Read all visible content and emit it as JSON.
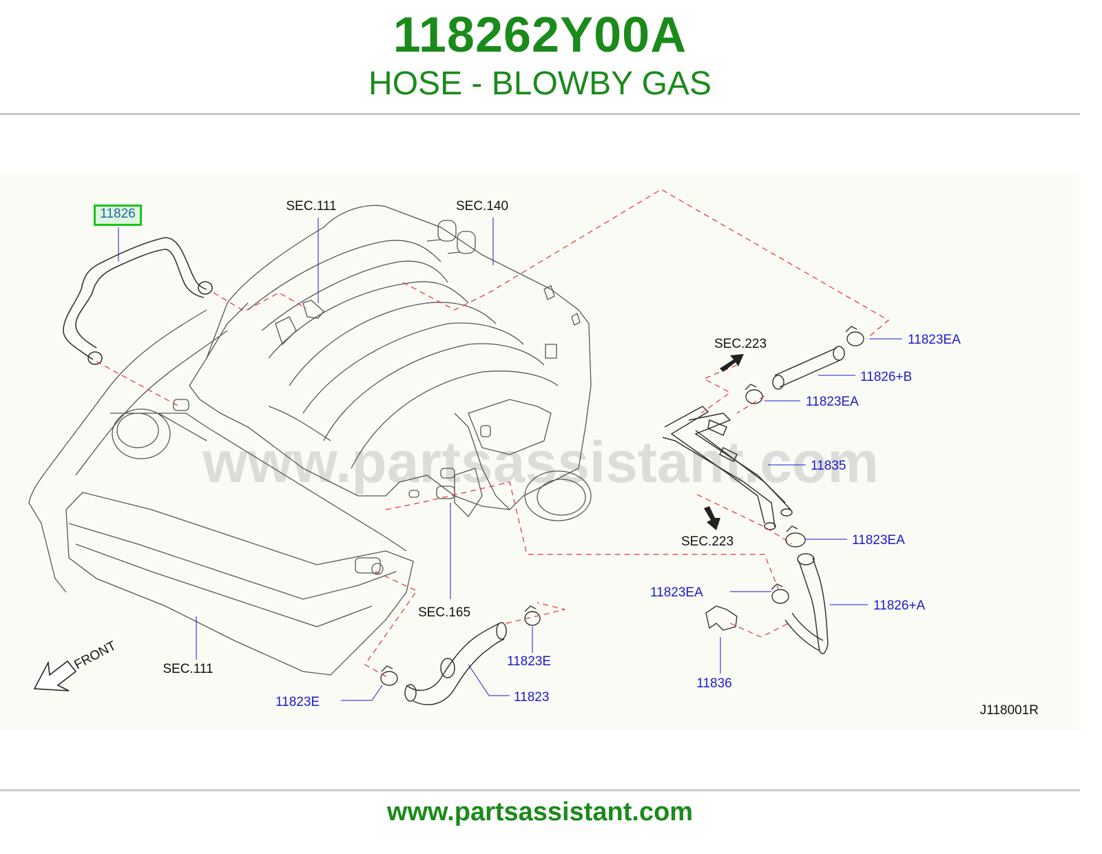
{
  "header": {
    "part_number": "118262Y00A",
    "part_name": "HOSE - BLOWBY GAS"
  },
  "watermark": "www.partsassistant.com",
  "footer": {
    "url": "www.partsassistant.com"
  },
  "highlighted_part": "11826",
  "callouts": {
    "sec111_top": "SEC.111",
    "sec140": "SEC.140",
    "sec223_top": "SEC.223",
    "sec223_bottom": "SEC.223",
    "sec165": "SEC.165",
    "sec111_bottom": "SEC.111",
    "p11823EA_1": "11823EA",
    "p11826B": "11826+B",
    "p11823EA_2": "11823EA",
    "p11835": "11835",
    "p11823EA_3": "11823EA",
    "p11823EA_4": "11823EA",
    "p11826A": "11826+A",
    "p11836": "11836",
    "p11823E_1": "11823E",
    "p11823": "11823",
    "p11823E_2": "11823E"
  },
  "front_label": "FRONT",
  "drawing_code": "J118001R",
  "colors": {
    "brand_green": "#1a8a1a",
    "callout_blue": "#1a1acc",
    "highlight_green": "#19c419",
    "guide_red": "#e03030"
  }
}
